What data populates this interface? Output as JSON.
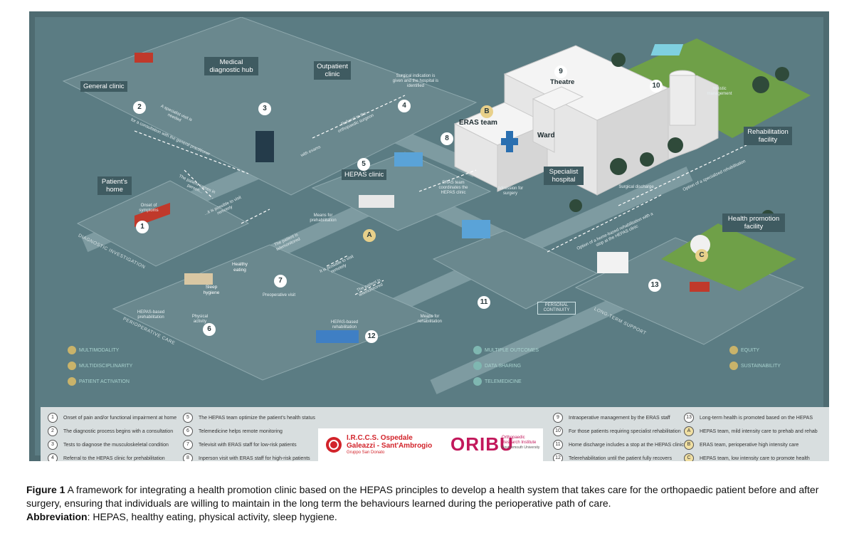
{
  "scene": {
    "places": {
      "general_clinic": "General clinic",
      "medical_hub": "Medical diagnostic hub",
      "outpatient_clinic": "Outpatient clinic",
      "theatre": "Theatre",
      "eras_team": "ERAS team",
      "ward": "Ward",
      "specialist_hospital": "Specialist hospital",
      "rehab_facility": "Rehabilitation facility",
      "patients_home": "Patient's home",
      "hepas_clinic": "HEPAS clinic",
      "health_promotion": "Health promotion facility"
    },
    "notes": {
      "onset": "Onset of symptoms",
      "surgical_indication": "Surgical indication is given and the hospital is identified",
      "specialist_visit": "A specialist visit is needed",
      "consult_gp": "for a consultation with the general practitioner",
      "referral_ortho": "Referral to the orthopaedic surgeon",
      "with_exams": "with exams",
      "patient_comes": "The patient comes in person...",
      "remotely1": "...it is possible to visit remotely",
      "means_prehab": "Means for prehabilitation",
      "eras_coordinates": "ERAS team coordinates the HEPAS clinic",
      "admission": "Admission for surgery",
      "surgical_discharge": "Surgical discharge",
      "option_specialized": "Option of a specialized rehabilitation",
      "option_home": "Option of a home-based rehabilitation with a stop at the HEPAS clinic",
      "holistic": "Holistic management",
      "healthy_eating": "Healthy eating",
      "sleep_hygiene": "Sleep hygiene",
      "telemonitored1": "The patient is telemonitored",
      "preoperative_visit": "Preoperative visit",
      "remotely2": "It is possible to visit remotely",
      "telemonitored2": "The patient is telemonitored",
      "hepas_prehab": "HEPAS-based prehabilitation",
      "physical_activity": "Physical activity",
      "hepas_rehab": "HEPAS-based rehabilitation",
      "means_rehab": "Means for rehabilitation",
      "personal_continuity": "PERSONAL CONTINUITY"
    },
    "zones": {
      "diagnostic": "DIAGNOSTIC INVESTIGATION",
      "perioperative": "PERIOPERATIVE CARE",
      "long_term": "LONG-TERM SUPPORT"
    },
    "principles": {
      "left": [
        "MULTIMODALITY",
        "MULTIDISCIPLINARITY",
        "PATIENT ACTIVATION"
      ],
      "middle": [
        "MULTIPLE OUTCOMES",
        "DATA SHARING",
        "TELEMEDICINE"
      ],
      "right": [
        "EQUITY",
        "SUSTAINABILITY"
      ]
    },
    "markers": {
      "n1": "1",
      "n2": "2",
      "n3": "3",
      "n4": "4",
      "n5": "5",
      "n6": "6",
      "n7": "7",
      "n8": "8",
      "n9": "9",
      "n10": "10",
      "n11": "11",
      "n12": "12",
      "n13": "13",
      "a": "A",
      "b": "B",
      "c": "C"
    }
  },
  "legend": [
    {
      "key": "1",
      "text": "Onset of pain and/or functional impairment at home",
      "type": "number"
    },
    {
      "key": "2",
      "text": "The diagnostic process begins with a consultation",
      "type": "number"
    },
    {
      "key": "3",
      "text": "Tests to diagnose the musculoskeletal condition",
      "type": "number"
    },
    {
      "key": "4",
      "text": "Referral to the HEPAS clinic for prehabilitation",
      "type": "number"
    },
    {
      "key": "5",
      "text": "The HEPAS team optimize the patient's health status",
      "type": "number"
    },
    {
      "key": "6",
      "text": "Telemedicine helps remote monitoring",
      "type": "number"
    },
    {
      "key": "7",
      "text": "Televisit with ERAS staff for low-risk patients",
      "type": "number"
    },
    {
      "key": "8",
      "text": "Inperson visit with ERAS staff for high-risk patients",
      "type": "number"
    },
    {
      "key": "9",
      "text": "Intraoperative management by the ERAS staff",
      "type": "number"
    },
    {
      "key": "10",
      "text": "For those patients requiring specialist rehabilitation",
      "type": "number"
    },
    {
      "key": "11",
      "text": "Home discharge includes a stop at the HEPAS clinic",
      "type": "number"
    },
    {
      "key": "12",
      "text": "Telerehabilitation until the patient fully recovers",
      "type": "number"
    },
    {
      "key": "13",
      "text": "Long-term health is promoted based on the HEPAS",
      "type": "number"
    },
    {
      "key": "A",
      "text": "HEPAS team, mild intensity care to prehab and rehab",
      "type": "letter"
    },
    {
      "key": "B",
      "text": "ERAS team, perioperative high intensity care",
      "type": "letter"
    },
    {
      "key": "C",
      "text": "HEPAS team, low intensity care to promote health",
      "type": "letter"
    }
  ],
  "logos": {
    "irccs_line1": "I.R.C.C.S. Ospedale",
    "irccs_line2": "Galeazzi - Sant'Ambrogio",
    "irccs_line3": "Gruppo San Donato",
    "oribu": "ORIBU",
    "oribu_sub1": "Orthopaedic",
    "oribu_sub2": "Research Institute",
    "oribu_sub3": "Bournemouth University"
  },
  "caption": {
    "figure_label": "Figure 1",
    "figure_text": "A framework for integrating a health promotion clinic based on the HEPAS principles to develop a health system that takes care for the orthopaedic patient before and after surgery, ensuring that individuals are willing to maintain in the long term the behaviours learned during the perioperative path of care.",
    "abbrev_label": "Abbreviation",
    "abbrev_text": ": HEPAS, healthy eating, physical activity, sleep hygiene."
  },
  "colors": {
    "board": "#5b7c83",
    "frame": "#4e6b71",
    "road": "#6f8d93",
    "accent_gold": "#e8d08a",
    "hospital_blue": "#2a6fb0"
  }
}
